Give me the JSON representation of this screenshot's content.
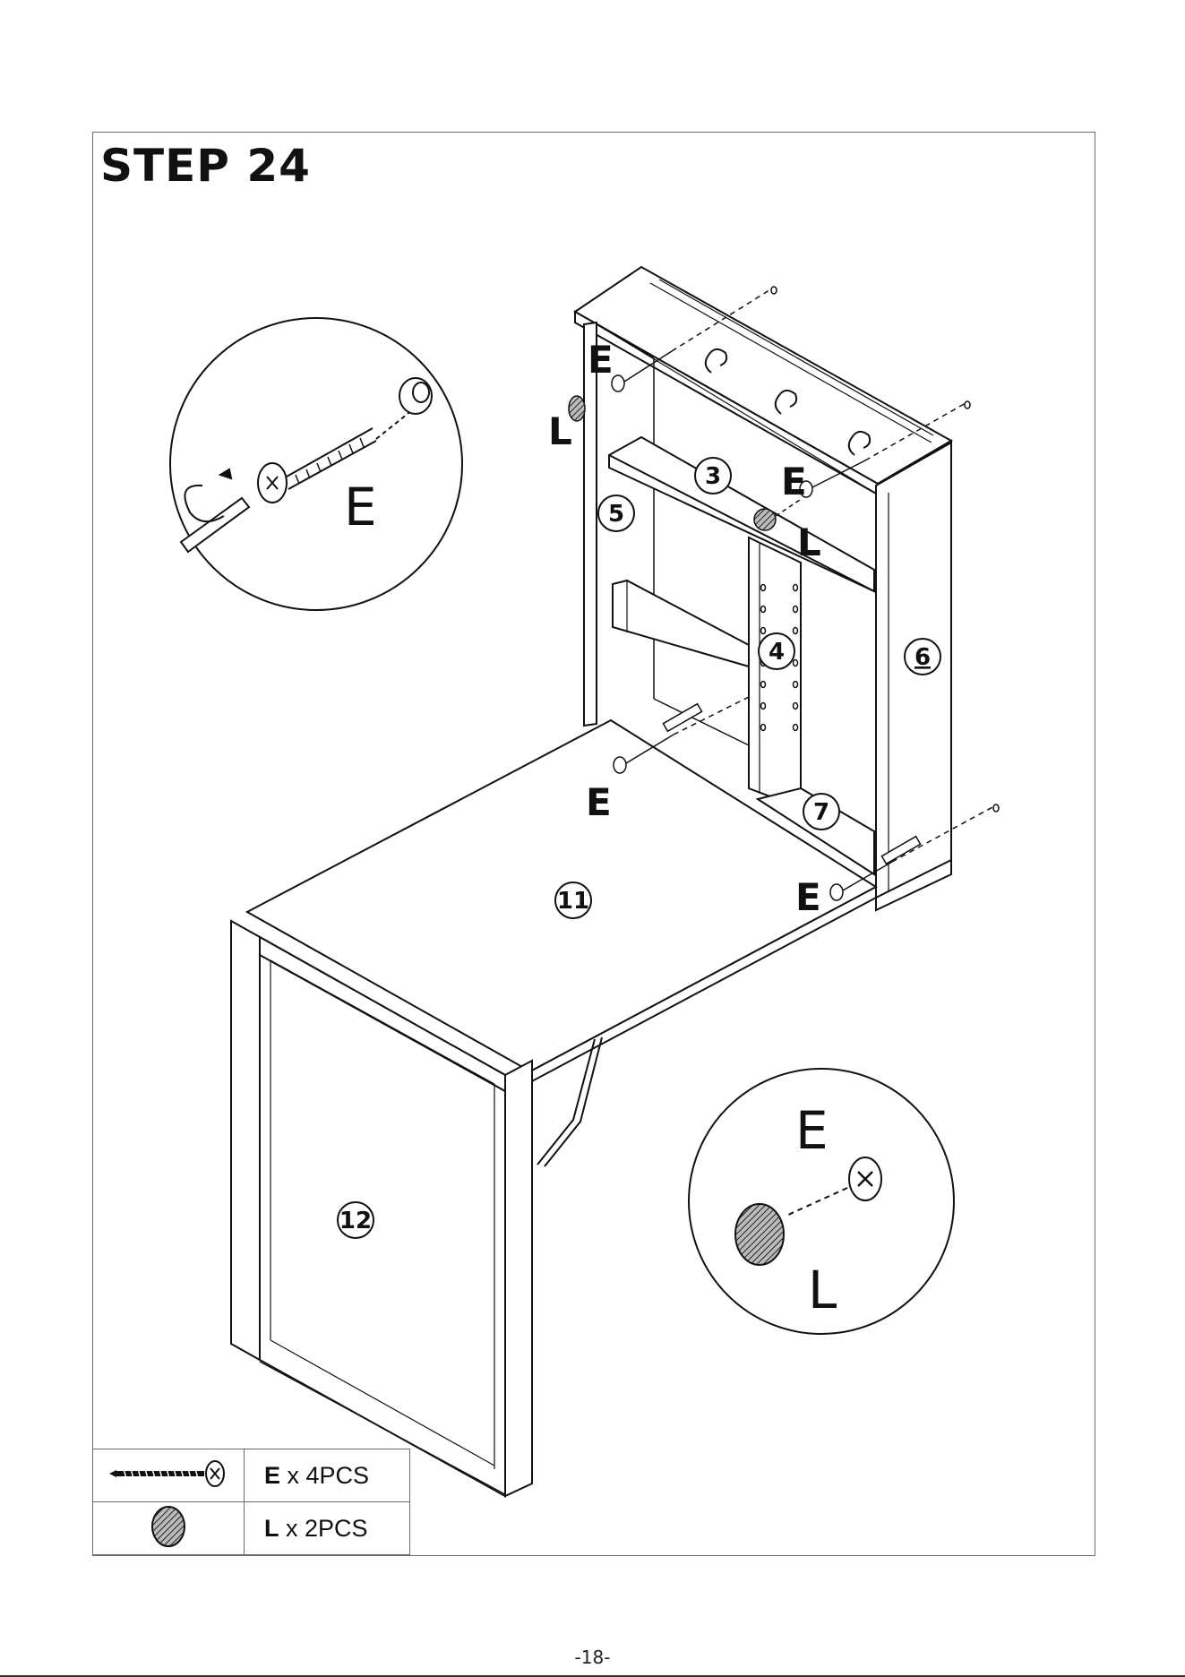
{
  "step_title": "STEP 24",
  "parts": {
    "p3": "3",
    "p4": "4",
    "p5": "5",
    "p6": "6",
    "p7": "7",
    "p11": "11",
    "p12": "12"
  },
  "hardware_labels": {
    "E": "E",
    "L": "L"
  },
  "legend": [
    {
      "code": "E",
      "qty": "x 4PCS",
      "icon": "screw-icon"
    },
    {
      "code": "L",
      "qty": "x 2PCS",
      "icon": "cap-icon"
    }
  ],
  "page_number": "-18-"
}
